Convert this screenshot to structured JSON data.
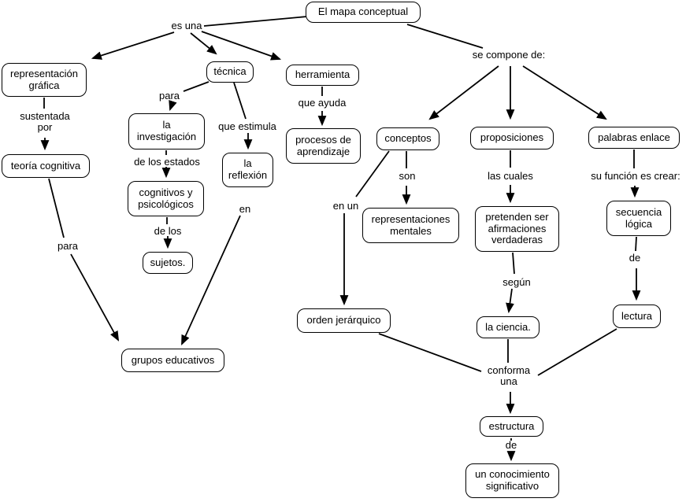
{
  "canvas": {
    "background_color": "#ffffff",
    "line_color": "#000000",
    "node_border_color": "#000000",
    "text_color": "#000000"
  },
  "nodes": {
    "mapa_conceptual": "El mapa conceptual",
    "representacion_grafica": "representación gráfica",
    "teoria_cognitiva": "teoría cognitiva",
    "tecnica": "técnica",
    "la_investigacion": "la investigación",
    "cognitivos_psicologicos": "cognitivos y psicológicos",
    "sujetos": "sujetos.",
    "la_reflexion": "la reflexión",
    "herramienta": "herramienta",
    "procesos_aprendizaje": "procesos de aprendizaje",
    "conceptos": "conceptos",
    "representaciones_mentales": "representaciones mentales",
    "proposiciones": "proposiciones",
    "pretenden": "pretenden ser afirmaciones verdaderas",
    "la_ciencia": "la ciencia.",
    "palabras_enlace": "palabras enlace",
    "secuencia_logica": "secuencia lógica",
    "lectura": "lectura",
    "orden_jerarquico": "orden jerárquico",
    "grupos_educativos": "grupos educativos",
    "estructura": "estructura",
    "conocimiento": "un conocimiento significativo"
  },
  "link_labels": {
    "es_una": "es una",
    "se_compone": "se compone de:",
    "sustentada_por": "sustentada por",
    "para_izq": "para",
    "para_med": "para",
    "de_los_estados": "de los estados",
    "de_los": "de los",
    "que_estimula": "que estimula",
    "en": "en",
    "que_ayuda": "que ayuda",
    "son": "son",
    "en_un": "en un",
    "las_cuales": "las cuales",
    "segun": "según",
    "su_funcion": "su función es crear:",
    "de_der": "de",
    "conforma_una": "conforma una",
    "de_abajo": "de"
  }
}
